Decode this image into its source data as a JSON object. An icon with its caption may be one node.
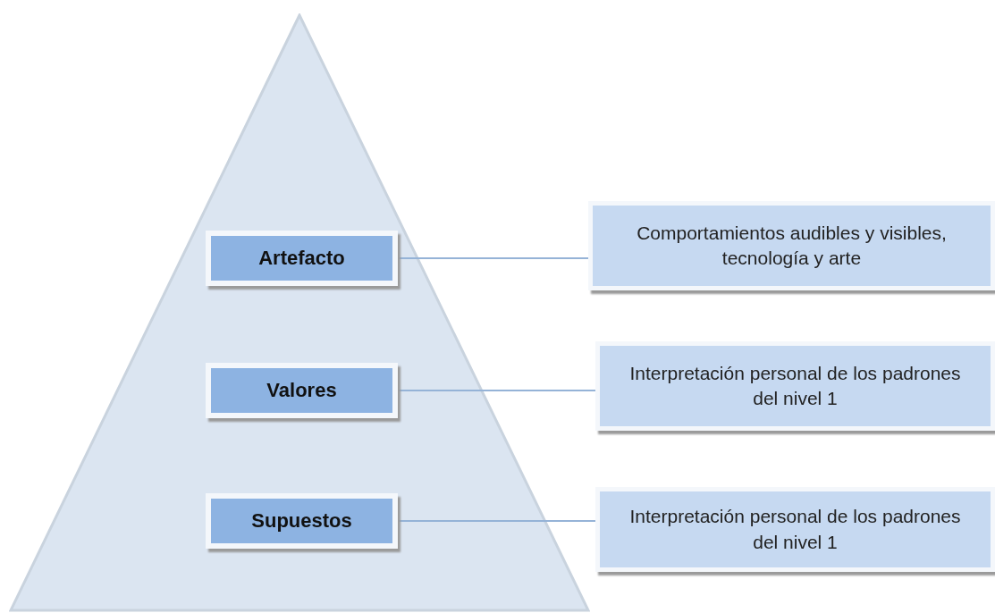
{
  "diagram": {
    "nodes": [
      {
        "text": [],
        "shape": "triangle"
      },
      {
        "text": [
          "Artefacto"
        ],
        "in": 0
      },
      {
        "text": [
          "Valores"
        ],
        "in": 0
      },
      {
        "text": [
          "Supuestos"
        ],
        "in": 0
      },
      {
        "text": [
          "Comportamientos audibles y visibles, tecnología y arte"
        ]
      },
      {
        "text": [
          "Interpretación personal de los padrones del nivel 1"
        ]
      },
      {
        "text": [
          "Interpretación personal de los padrones del nivel 1"
        ]
      }
    ],
    "edges": [
      {
        "from": 1,
        "to": 4,
        "arrow": "none"
      },
      {
        "from": 2,
        "to": 5,
        "arrow": "none"
      },
      {
        "from": 3,
        "to": 6,
        "arrow": "none"
      }
    ]
  }
}
